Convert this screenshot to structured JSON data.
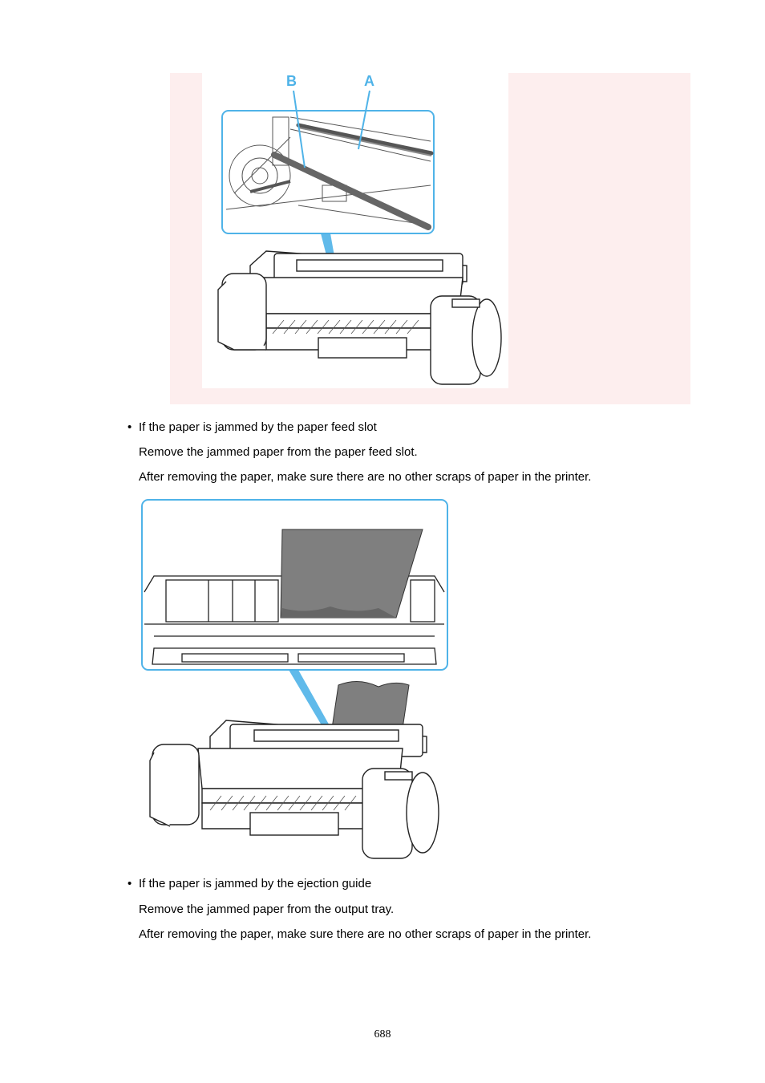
{
  "figure_top": {
    "label_a": "A",
    "label_b": "B",
    "accent_color": "#4fb3e8",
    "background_color": "#fdeeee"
  },
  "section_feed_slot": {
    "bullet": "•",
    "heading": "If the paper is jammed by the paper feed slot",
    "line1": "Remove the jammed paper from the paper feed slot.",
    "line2": "After removing the paper, make sure there are no other scraps of paper in the printer."
  },
  "figure_feed_slot": {
    "accent_color": "#4fb3e8",
    "arrow_color": "#1a7fc4",
    "paper_color": "#7f7f7f"
  },
  "section_ejection_guide": {
    "bullet": "•",
    "heading": "If the paper is jammed by the ejection guide",
    "line1": "Remove the jammed paper from the output tray.",
    "line2": "After removing the paper, make sure there are no other scraps of paper in the printer."
  },
  "page_number": "688"
}
